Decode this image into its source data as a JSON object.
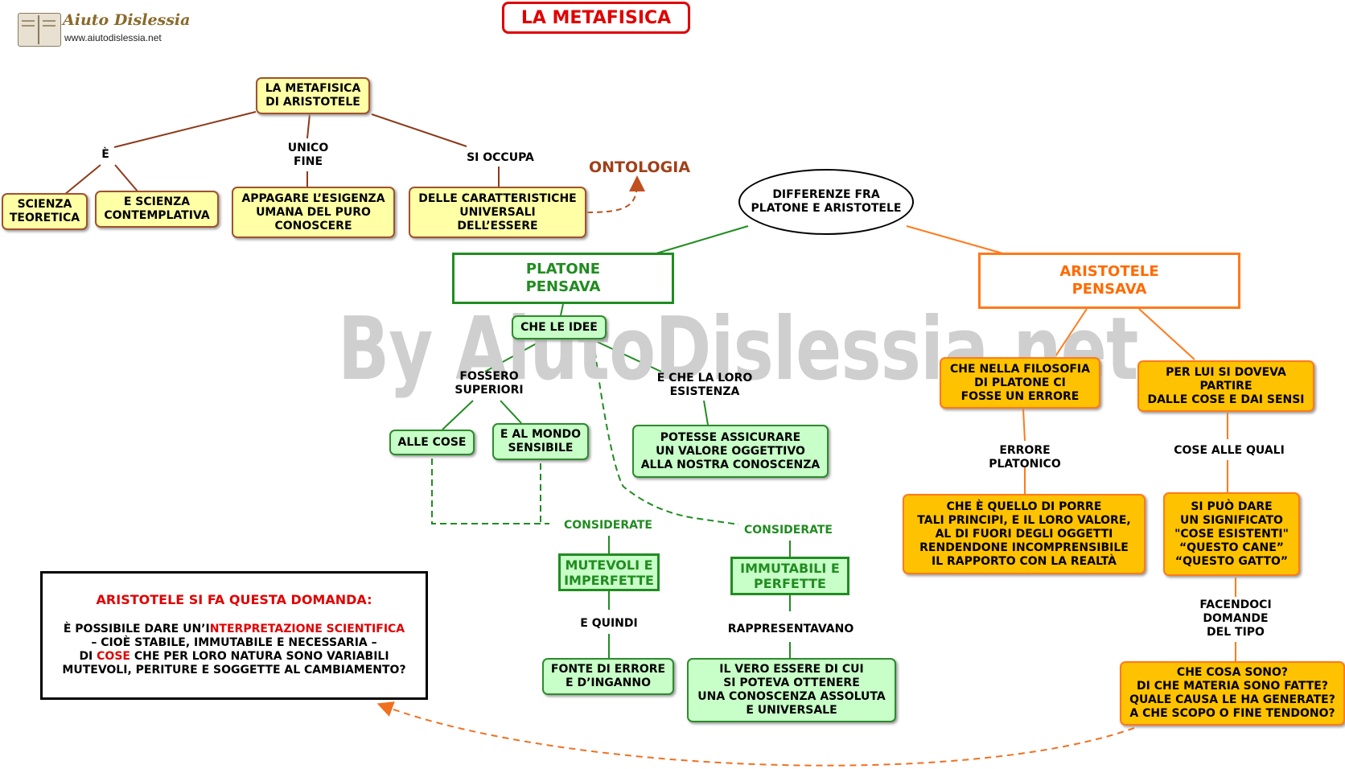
{
  "logo": {
    "name": "Aiuto Dislessia",
    "url": "www.aiutodislessia.net"
  },
  "title": "LA METAFISICA",
  "watermark": "By AiutoDislessia.net",
  "colors": {
    "title_red": "#e00000",
    "platone_green": "#218c21",
    "aristotele_orange": "#ff6a00",
    "ontologia_brown": "#a0401a"
  },
  "left_map": {
    "root": "LA METAFISICA\nDI ARISTOTELE",
    "link_e": "È",
    "link_unico_fine": "UNICO\nFINE",
    "link_si_occupa": "SI OCCUPA",
    "scienza_teoretica": "SCIENZA\nTEORETICA",
    "scienza_contemplativa": "E  SCIENZA\nCONTEMPLATIVA",
    "appagare": "APPAGARE L’ESIGENZA\nUMANA DEL PURO\nCONOSCERE",
    "caratteristiche": "DELLE CARATTERISTICHE\nUNIVERSALI\nDELL’ESSERE",
    "ontologia": "ONTOLOGIA"
  },
  "differenze": "DIFFERENZE FRA\nPLATONE E ARISTOTELE",
  "platone": {
    "header": "PLATONE\nPENSAVA",
    "che_le_idee": "CHE LE IDEE",
    "link_fossero_superiori": "FOSSERO\nSUPERIORI",
    "link_e_che_la_loro": "E CHE LA LORO\nESISTENZA",
    "alle_cose": "ALLE COSE",
    "mondo_sensibile": "E AL MONDO\nSENSIBILE",
    "potesse": "POTESSE ASSICURARE\nUN VALORE OGGETTIVO\nALLA NOSTRA CONOSCENZA",
    "considerate_1": "CONSIDERATE",
    "considerate_2": "CONSIDERATE",
    "mutevoli": "MUTEVOLI E\nIMPERFETTE",
    "immutabili": "IMMUTABILI E\nPERFETTE",
    "link_e_quindi": "E QUINDI",
    "link_rappresentavano": "RAPPRESENTAVANO",
    "fonte_errore": "FONTE DI ERRORE\nE D’INGANNO",
    "vero_essere": "IL VERO ESSERE DI CUI\nSI POTEVA OTTENERE\nUNA CONOSCENZA ASSOLUTA\nE UNIVERSALE"
  },
  "aristotele": {
    "header": "ARISTOTELE\nPENSAVA",
    "filosofia_platone": "CHE NELLA FILOSOFIA\nDI PLATONE CI\nFOSSE UN ERRORE",
    "partire": "PER LUI SI DOVEVA\nPARTIRE\nDALLE COSE E DAI SENSI",
    "link_errore_platonico": "ERRORE\nPLATONICO",
    "link_cose_alle_quali": "COSE ALLE QUALI",
    "porre": "CHE È  QUELLO DI PORRE\nTALI PRINCIPI, E IL LORO VALORE,\nAL DI FUORI DEGLI OGGETTI\nRENDENDONE INCOMPRENSIBILE\nIL RAPPORTO CON LA REALTÀ",
    "significato": "SI PUÒ DARE\nUN SIGNIFICATO\n\"COSE ESISTENTI\"\n“QUESTO CANE”\n“QUESTO GATTO”",
    "link_facendoci": "FACENDOCI\nDOMANDE\nDEL TIPO",
    "domande": "CHE COSA SONO?\nDI CHE MATERIA SONO FATTE?\nQUALE CAUSA LE HA GENERATE?\nA CHE SCOPO O FINE TENDONO?"
  },
  "question_box": {
    "heading": "ARISTOTELE SI FA QUESTA DOMANDA:",
    "line1_pre": "È POSSIBILE DARE UN’I",
    "line1_red": "NTERPRETAZIONE SCIENTIFICA",
    "line2": "– CIOÈ STABILE, IMMUTABILE E NECESSARIA –",
    "line3_pre": "DI ",
    "line3_red": "COSE",
    "line3_post": " CHE PER LORO NATURA SONO VARIABILI",
    "line4": "MUTEVOLI, PERITURE E SOGGETTE AL CAMBIAMENTO?"
  }
}
